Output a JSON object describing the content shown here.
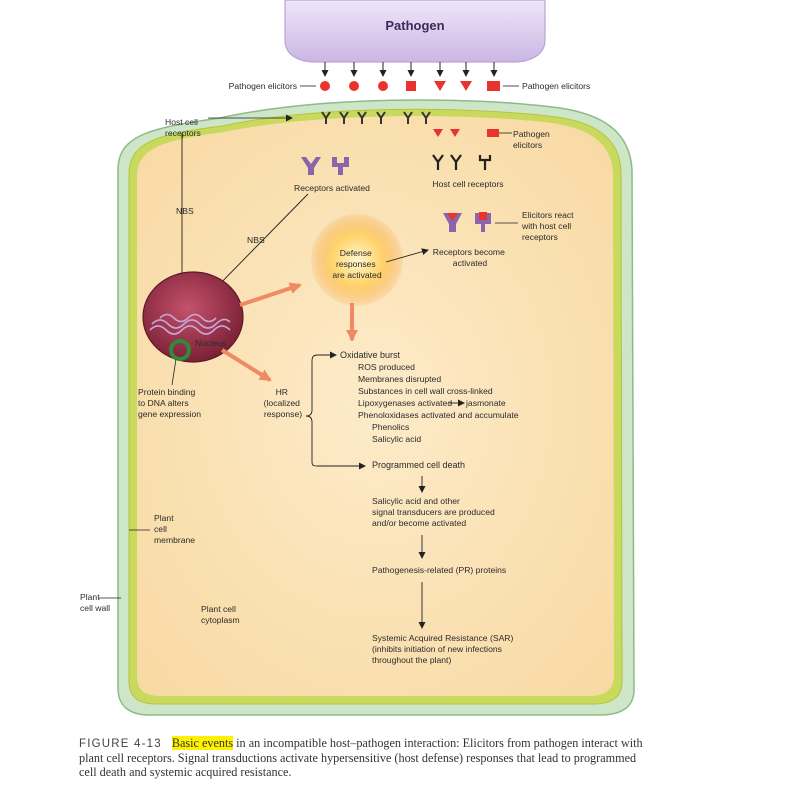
{
  "diagram": {
    "pathogen": "Pathogen",
    "pathogen_elicitors_left": "Pathogen elicitors",
    "pathogen_elicitors_right": "Pathogen elicitors",
    "host_cell_receptors_left": [
      "Host cell",
      "receptors"
    ],
    "pathogen_elicitors_inner": [
      "Pathogen",
      "elicitors"
    ],
    "host_cell_receptors_right": "Host cell receptors",
    "receptors_activated": "Receptors activated",
    "elicitors_react": [
      "Elicitors react",
      "with host cell",
      "receptors"
    ],
    "nbs_left": "NBS",
    "nbs_center": "NBS",
    "defense": [
      "Defense",
      "responses",
      "are activated"
    ],
    "receptors_become": [
      "Receptors become",
      "activated"
    ],
    "nucleus": "Nucleus",
    "protein_binding": [
      "Protein binding",
      "to DNA alters",
      "gene expression"
    ],
    "hr": [
      "HR",
      "(localized",
      "response)"
    ],
    "oxidative": "Oxidative burst",
    "oxidative_items": [
      "ROS produced",
      "Membranes disrupted",
      "Substances in cell wall cross-linked",
      "Lipoxygenases activated",
      "Phenoloxidases activated and accumulate"
    ],
    "jasmonate": "jasmonate",
    "oxidative_sub": [
      "Phenolics",
      "Salicylic acid"
    ],
    "pcd": "Programmed cell death",
    "salicylic": [
      "Salicylic acid and other",
      "signal transducers are produced",
      "and/or become activated"
    ],
    "pr": "Pathogenesis-related (PR) proteins",
    "sar": [
      "Systemic Acquired Resistance (SAR)",
      "(inhibits initiation of new infections",
      "throughout the plant)"
    ],
    "plant_cell_membrane": [
      "Plant",
      "cell",
      "membrane"
    ],
    "plant_cell_wall": [
      "Plant",
      "cell wall"
    ],
    "plant_cell_cytoplasm": [
      "Plant cell",
      "cytoplasm"
    ]
  },
  "caption": {
    "figure_number": "FIGURE 4-13",
    "highlight": "Basic events",
    "text": " in an incompatible host–pathogen interaction: Elicitors from pathogen interact with plant cell receptors. Signal transductions activate hypersensitive (host defense) responses that lead to programmed cell death and systemic acquired resistance."
  },
  "colors": {
    "cell_wall": "#c9e4c4",
    "membrane": "#c8d85a",
    "cytoplasm": "#fbe3b6",
    "nucleus": "#a8425a",
    "pathogen": "#d8c8ec",
    "elicitor": "#e8342c",
    "receptor": "#7a5a9a",
    "arrow_orange": "#f08a64",
    "highlight": "#fff200"
  }
}
